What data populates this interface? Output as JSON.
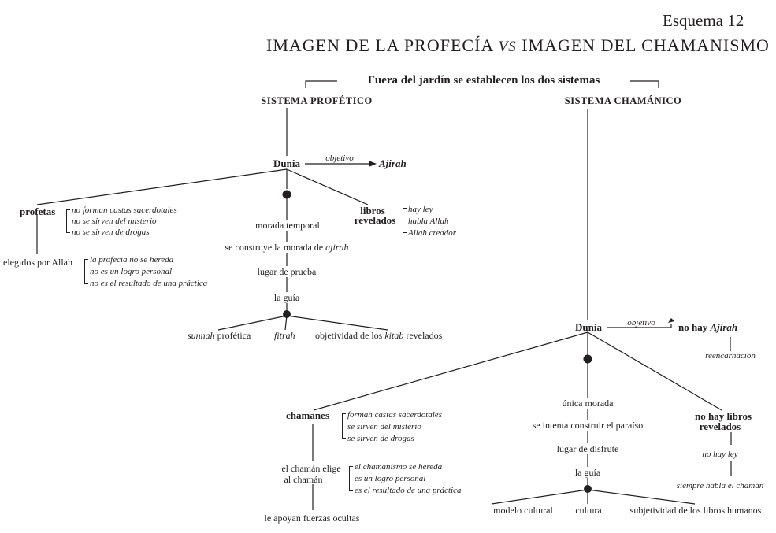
{
  "header": {
    "label": "Esquema 12",
    "title_part1": "IMAGEN DE LA PROFECÍA",
    "title_vs": "VS",
    "title_part2": "IMAGEN DEL CHAMANISMO"
  },
  "top_caption": "Fuera del jardín se establecen los dos sistemas",
  "prophetic": {
    "heading": "SISTEMA PROFÉTICO",
    "dunia": "Dunia",
    "objetivo": "objetivo",
    "goal": "Ajirah",
    "profetas": "profetas",
    "profetas_items": [
      "no forman castas sacerdotales",
      "no se sirven del misterio",
      "no se sirven de drogas"
    ],
    "elegidos": "elegidos por Allah",
    "elegidos_items": [
      "la profecía no se hereda",
      "no es un logro personal",
      "no es el resultado de una práctica"
    ],
    "libros": [
      "libros",
      "revelados"
    ],
    "libros_items": [
      "hay ley",
      "habla Allah",
      "Allah creador"
    ],
    "chain": [
      "morada temporal",
      "se construye la morada de",
      "ajirah",
      "lugar de prueba",
      "la guía"
    ],
    "guides": [
      "sunnah",
      "profética",
      "fitrah",
      "objetividad de los",
      "kitab",
      "revelados"
    ]
  },
  "shamanic": {
    "heading": "SISTEMA CHAMÁNICO",
    "dunia": "Dunia",
    "objetivo": "objetivo",
    "goal_prefix": "no hay",
    "goal": "Ajirah",
    "reincarnation": "reencarnación",
    "chamanes": "chamanes",
    "chamanes_items": [
      "forman castas sacerdotales",
      "se sirven del misterio",
      "se sirven de drogas"
    ],
    "elige": [
      "el chamán elige",
      "al chamán"
    ],
    "elige_items": [
      "el chamanismo se hereda",
      "es un logro personal",
      "es el resultado de una práctica"
    ],
    "fuerzas": "le apoyan fuerzas ocultas",
    "chain": [
      "única morada",
      "se intenta construir el paraíso",
      "lugar de disfrute",
      "la guía"
    ],
    "guides": [
      "modelo cultural",
      "cultura",
      "subjetividad de los libros humanos"
    ],
    "no_libros": [
      "no hay libros",
      "revelados"
    ],
    "no_ley": "no hay ley",
    "habla": "siempre habla el chamán"
  }
}
